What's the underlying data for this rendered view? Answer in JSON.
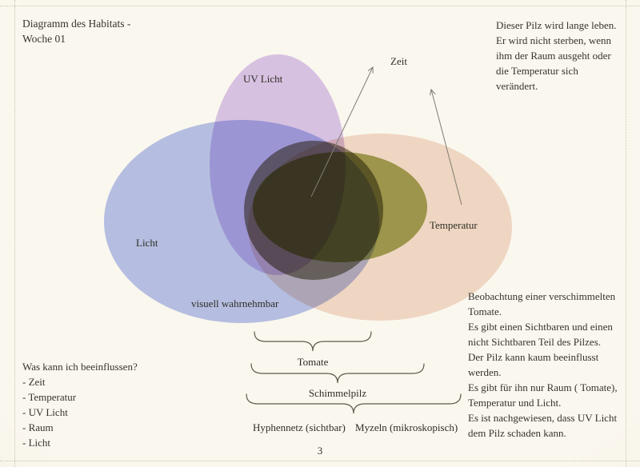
{
  "header": {
    "title": "Diagramm des Habitats -\nWoche 01"
  },
  "notes": {
    "top_right": "Dieser Pilz wird lange leben.\nEr wird nicht sterben, wenn\nihm der Raum ausgeht oder\ndie Temperatur sich\nverändert.",
    "bottom_right": "Beobachtung  einer verschimmelten\nTomate.\nEs gibt einen Sichtbaren und einen\nnicht Sichtbaren Teil des Pilzes.\nDer Pilz kann kaum beeinflusst\nwerden.\nEs gibt für ihn nur Raum ( Tomate),\nTemperatur und Licht.\nEs ist nachgewiesen, dass UV Licht\ndem Pilz schaden kann."
  },
  "venn": {
    "labels": {
      "uv_licht": "UV Licht",
      "zeit": "Zeit",
      "licht": "Licht",
      "temperatur": "Temperatur",
      "visuell": "visuell wahrnehmbar"
    },
    "colors": {
      "uv_licht": "#dcc8f2",
      "licht": "#b9c4f0",
      "temperatur": "#f4ddd0",
      "pilz_sichtbar": "#a8b263",
      "pilz_kern": "#96927f"
    }
  },
  "braces": {
    "tomate": "Tomate",
    "schimmelpilz": "Schimmelpilz",
    "hyphennetz": "Hyphennetz (sichtbar)",
    "myzeln": "Myzeln (mikroskopisch)"
  },
  "influence": {
    "question": "Was kann ich beeinflussen?",
    "items": [
      "- Zeit",
      "- Temperatur",
      "- UV Licht",
      "- Raum",
      "- Licht"
    ]
  },
  "footer": {
    "page_number": "3"
  }
}
